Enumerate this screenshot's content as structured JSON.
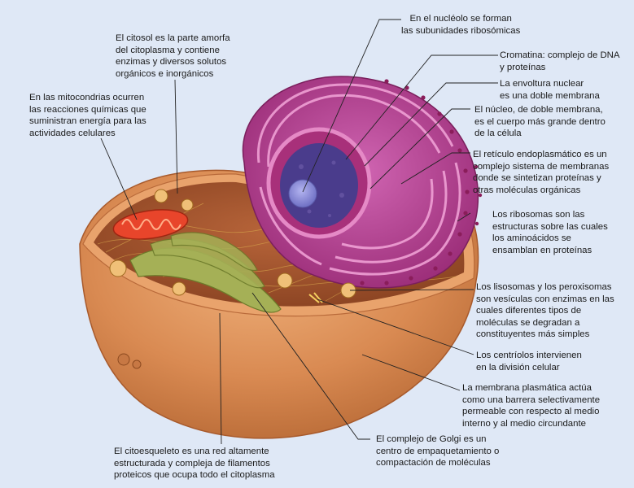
{
  "labels": {
    "nucleolo": "En el nucléolo se forman\nlas subunidades ribosómicas",
    "citosol": "El citosol es la parte amorfa\ndel citoplasma y contiene\nenzimas y diversos solutos\norgánicos e inorgánicos",
    "cromatina": "Cromatina: complejo de DNA\ny proteínas",
    "envoltura": "La envoltura nuclear\nes una doble membrana",
    "mitocondrias": "En las mitocondrias ocurren\nlas reacciones químicas que\nsuministran energía para las\nactividades celulares",
    "nucleo": "El núcleo, de doble membrana,\nes el cuerpo más grande dentro\nde la célula",
    "reticulo": "El retículo endoplasmático es un\ncomplejo sistema de membranas\ndonde se sintetizan proteínas y\notras moléculas orgánicas",
    "ribosomas": "Los ribosomas son las\nestructuras sobre las cuales\nlos aminoácidos se\nensamblan en proteínas",
    "lisosomas": "Los lisosomas y los peroxisomas\nson vesículas con enzimas en las\ncuales diferentes tipos de\nmoléculas se degradan a\nconstituyentes más simples",
    "centriolos": "Los centríolos intervienen\nen la división celular",
    "membrana": "La membrana plasmática actúa\ncomo una barrera selectivamente\npermeable con respecto al medio\ninterno y al medio circundante",
    "golgi": "El complejo de Golgi es un\ncentro de empaquetamiento o\ncompactación de moléculas",
    "citoesqueleto": "El citoesqueleto es una red altamente\nestructurada y compleja de filamentos\nproteicos que ocupa todo el citoplasma"
  },
  "colors": {
    "background": "#dfe8f6",
    "cell_membrane": "#d98a52",
    "cytoplasm": "#a9562f",
    "nucleus_envelope": "#a8307a",
    "endoplasmic_reticulum": "#d466b4",
    "nucleoplasm": "#4a3c8c",
    "nucleolus": "#8f90dc",
    "mitochondrion": "#e8452b",
    "golgi": "#a5b056",
    "ribosome": "#8a1d5a",
    "leader_line": "#222222"
  }
}
